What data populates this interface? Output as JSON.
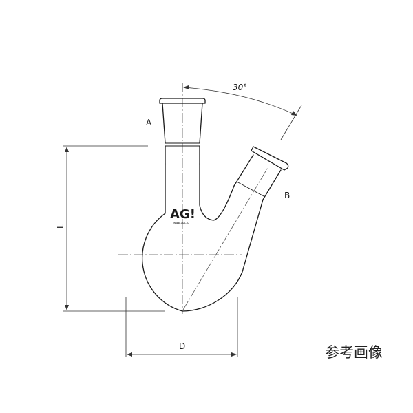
{
  "labels": {
    "neck_a": "A",
    "neck_b": "B",
    "angle": "30°",
    "length": "L",
    "diameter": "D"
  },
  "logo": {
    "mark": "AG!",
    "url": "www.agc.jp"
  },
  "caption": "参考画像"
}
